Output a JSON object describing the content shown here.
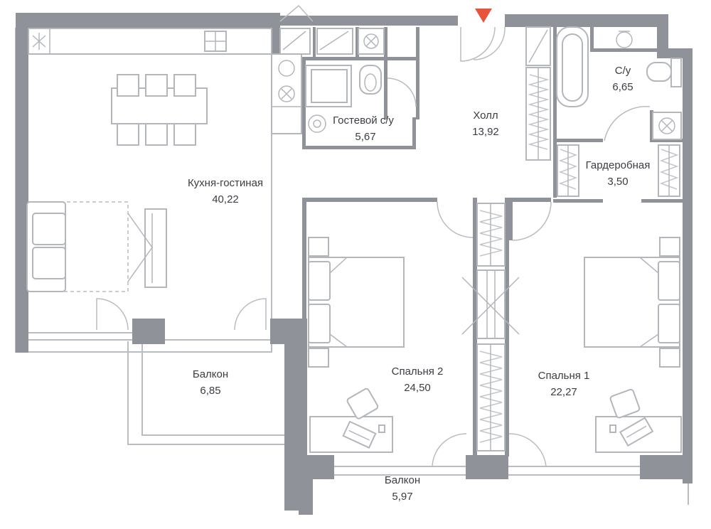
{
  "colors": {
    "wall": "#8f9399",
    "line": "#b9bcc1",
    "text": "#3a3d42",
    "entrance_marker": "#e8543a"
  },
  "icons": {
    "entrance": "triangle-down-icon"
  },
  "rooms": {
    "kitchen": {
      "name": "Кухня-гостиная",
      "area": "40,22"
    },
    "guest_wc": {
      "name": "Гостевой с/у",
      "area": "5,67"
    },
    "hall": {
      "name": "Холл",
      "area": "13,92"
    },
    "bath": {
      "name": "С/у",
      "area": "6,65"
    },
    "wardrobe": {
      "name": "Гардеробная",
      "area": "3,50"
    },
    "balcony_left": {
      "name": "Балкон",
      "area": "6,85"
    },
    "bedroom2": {
      "name": "Спальня 2",
      "area": "24,50"
    },
    "bedroom1": {
      "name": "Спальня 1",
      "area": "22,27"
    },
    "balcony_bottom": {
      "name": "Балкон",
      "area": "5,97"
    }
  }
}
